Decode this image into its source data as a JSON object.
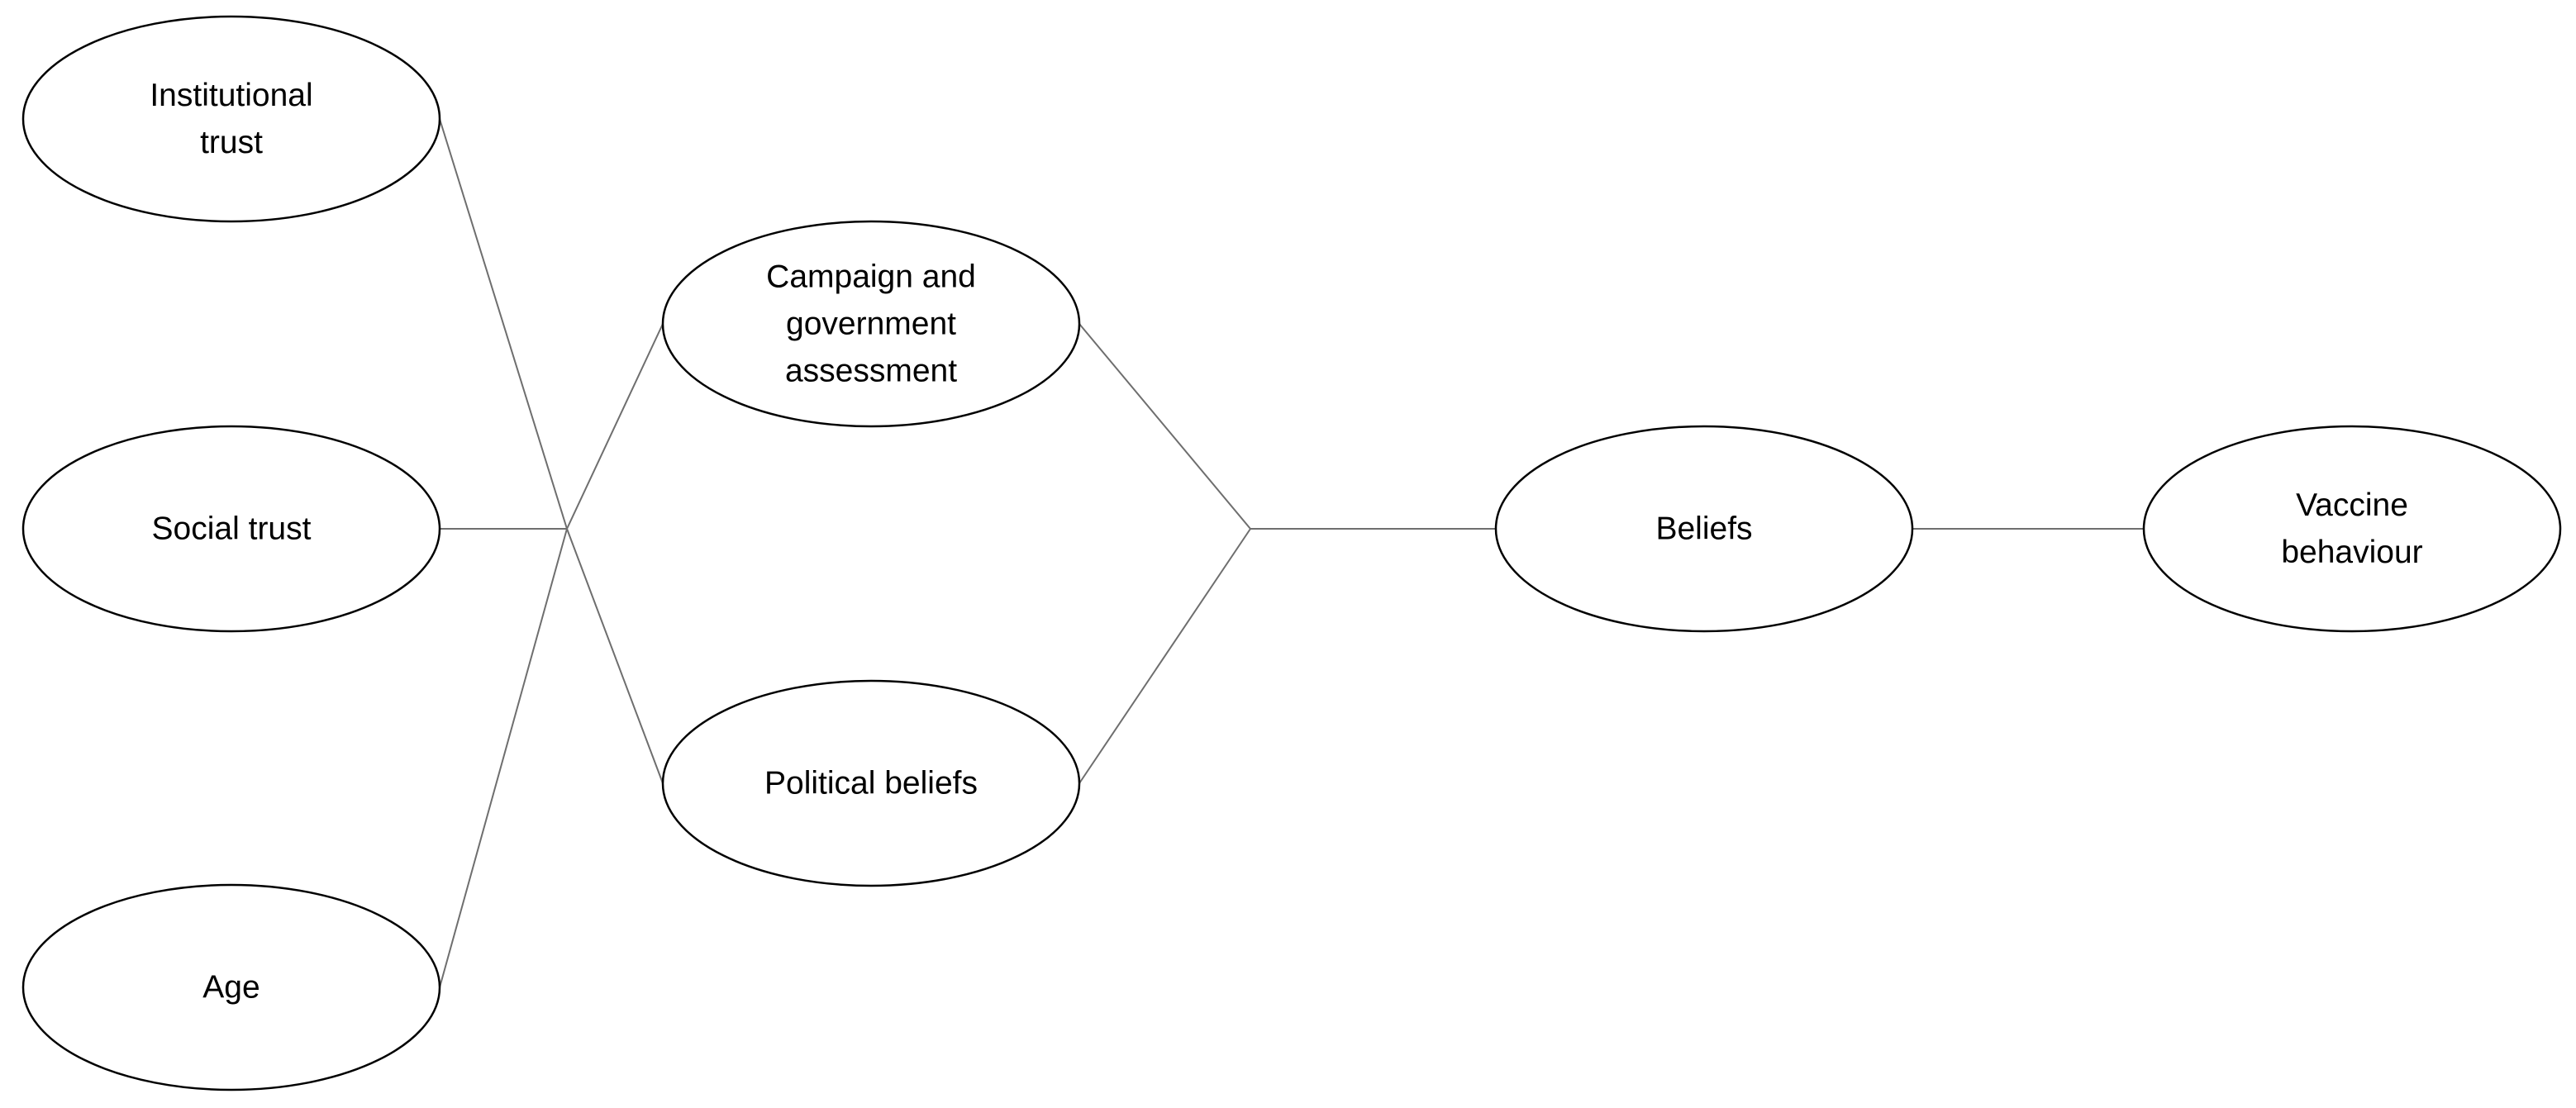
{
  "diagram": {
    "nodes": [
      {
        "id": "institutional-trust",
        "lines": [
          "Institutional",
          "trust"
        ]
      },
      {
        "id": "social-trust",
        "lines": [
          "Social trust"
        ]
      },
      {
        "id": "age",
        "lines": [
          "Age"
        ]
      },
      {
        "id": "campaign-government",
        "lines": [
          "Campaign and",
          "government",
          "assessment"
        ]
      },
      {
        "id": "political-beliefs",
        "lines": [
          "Political beliefs"
        ]
      },
      {
        "id": "beliefs",
        "lines": [
          "Beliefs"
        ]
      },
      {
        "id": "vaccine-behaviour",
        "lines": [
          "Vaccine",
          "behaviour"
        ]
      }
    ],
    "edges": [
      {
        "from": "institutional-trust",
        "to": "junction-1"
      },
      {
        "from": "social-trust",
        "to": "junction-1"
      },
      {
        "from": "age",
        "to": "junction-1"
      },
      {
        "from": "junction-1",
        "to": "campaign-government"
      },
      {
        "from": "junction-1",
        "to": "political-beliefs"
      },
      {
        "from": "campaign-government",
        "to": "junction-2"
      },
      {
        "from": "political-beliefs",
        "to": "junction-2"
      },
      {
        "from": "junction-2",
        "to": "beliefs"
      },
      {
        "from": "beliefs",
        "to": "vaccine-behaviour"
      }
    ]
  }
}
